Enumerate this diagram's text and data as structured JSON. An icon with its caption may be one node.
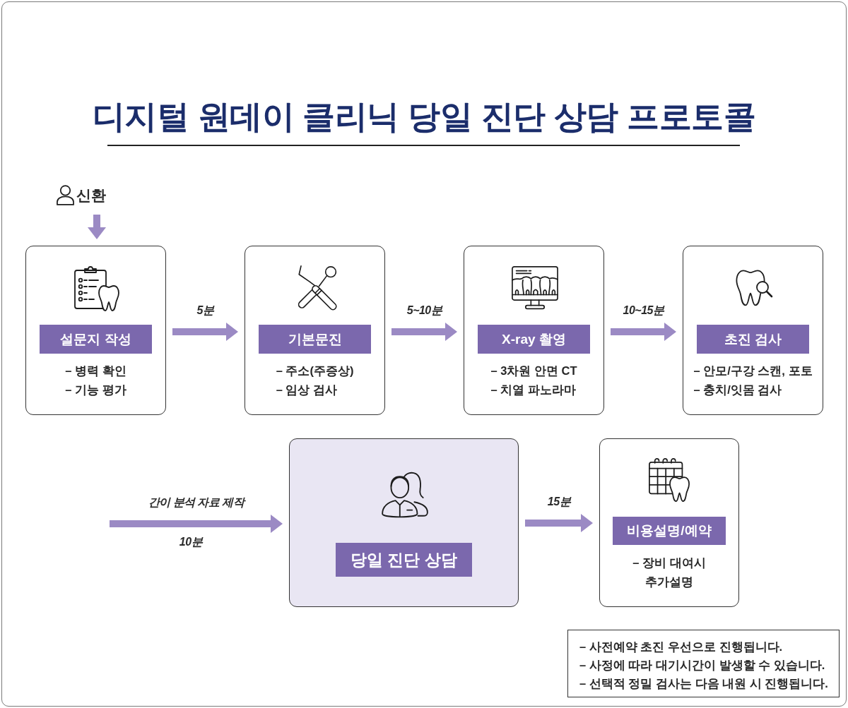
{
  "diagram": {
    "title": "디지털 원데이 클리닉 당일 진단 상담 프로토콜",
    "nodes": [
      {
        "text": [
          "신환"
        ]
      },
      {
        "text": [
          "설문지 작성",
          "– 병력 확인",
          "– 기능 평가"
        ]
      },
      {
        "text": [
          "기본문진",
          "– 주소(주증상)",
          "– 임상 검사"
        ]
      },
      {
        "text": [
          "X-ray 촬영",
          "– 3차원 안면 CT",
          "– 치열 파노라마"
        ]
      },
      {
        "text": [
          "초진 검사",
          "– 안모/구강 스캔, 포토",
          "– 충치/잇몸 검사"
        ]
      },
      {
        "text": [
          "당일 진단 상담"
        ]
      },
      {
        "text": [
          "비용설명/예약",
          "– 장비 대여시 추가설명"
        ]
      },
      {
        "text": [
          "– 사전예약 초진 우선으로 진행됩니다.",
          "– 사정에 따라 대기시간이 발생할 수 있습니다.",
          "– 선택적 정밀 검사는 다음 내원 시 진행됩니다."
        ]
      }
    ],
    "edges": [
      {
        "from": 0,
        "to": 1,
        "arrow": "to"
      },
      {
        "from": 1,
        "to": 2,
        "arrow": "to",
        "label": "5분"
      },
      {
        "from": 2,
        "to": 3,
        "arrow": "to",
        "label": "5~10분"
      },
      {
        "from": 3,
        "to": 4,
        "arrow": "to",
        "label": "10~15분"
      },
      {
        "from": null,
        "to": 5,
        "arrow": "to",
        "label": "간이 분석 자료 제작"
      },
      {
        "from": 5,
        "to": 6,
        "arrow": "to",
        "label": "15분"
      }
    ],
    "labels": [
      "10분"
    ]
  }
}
